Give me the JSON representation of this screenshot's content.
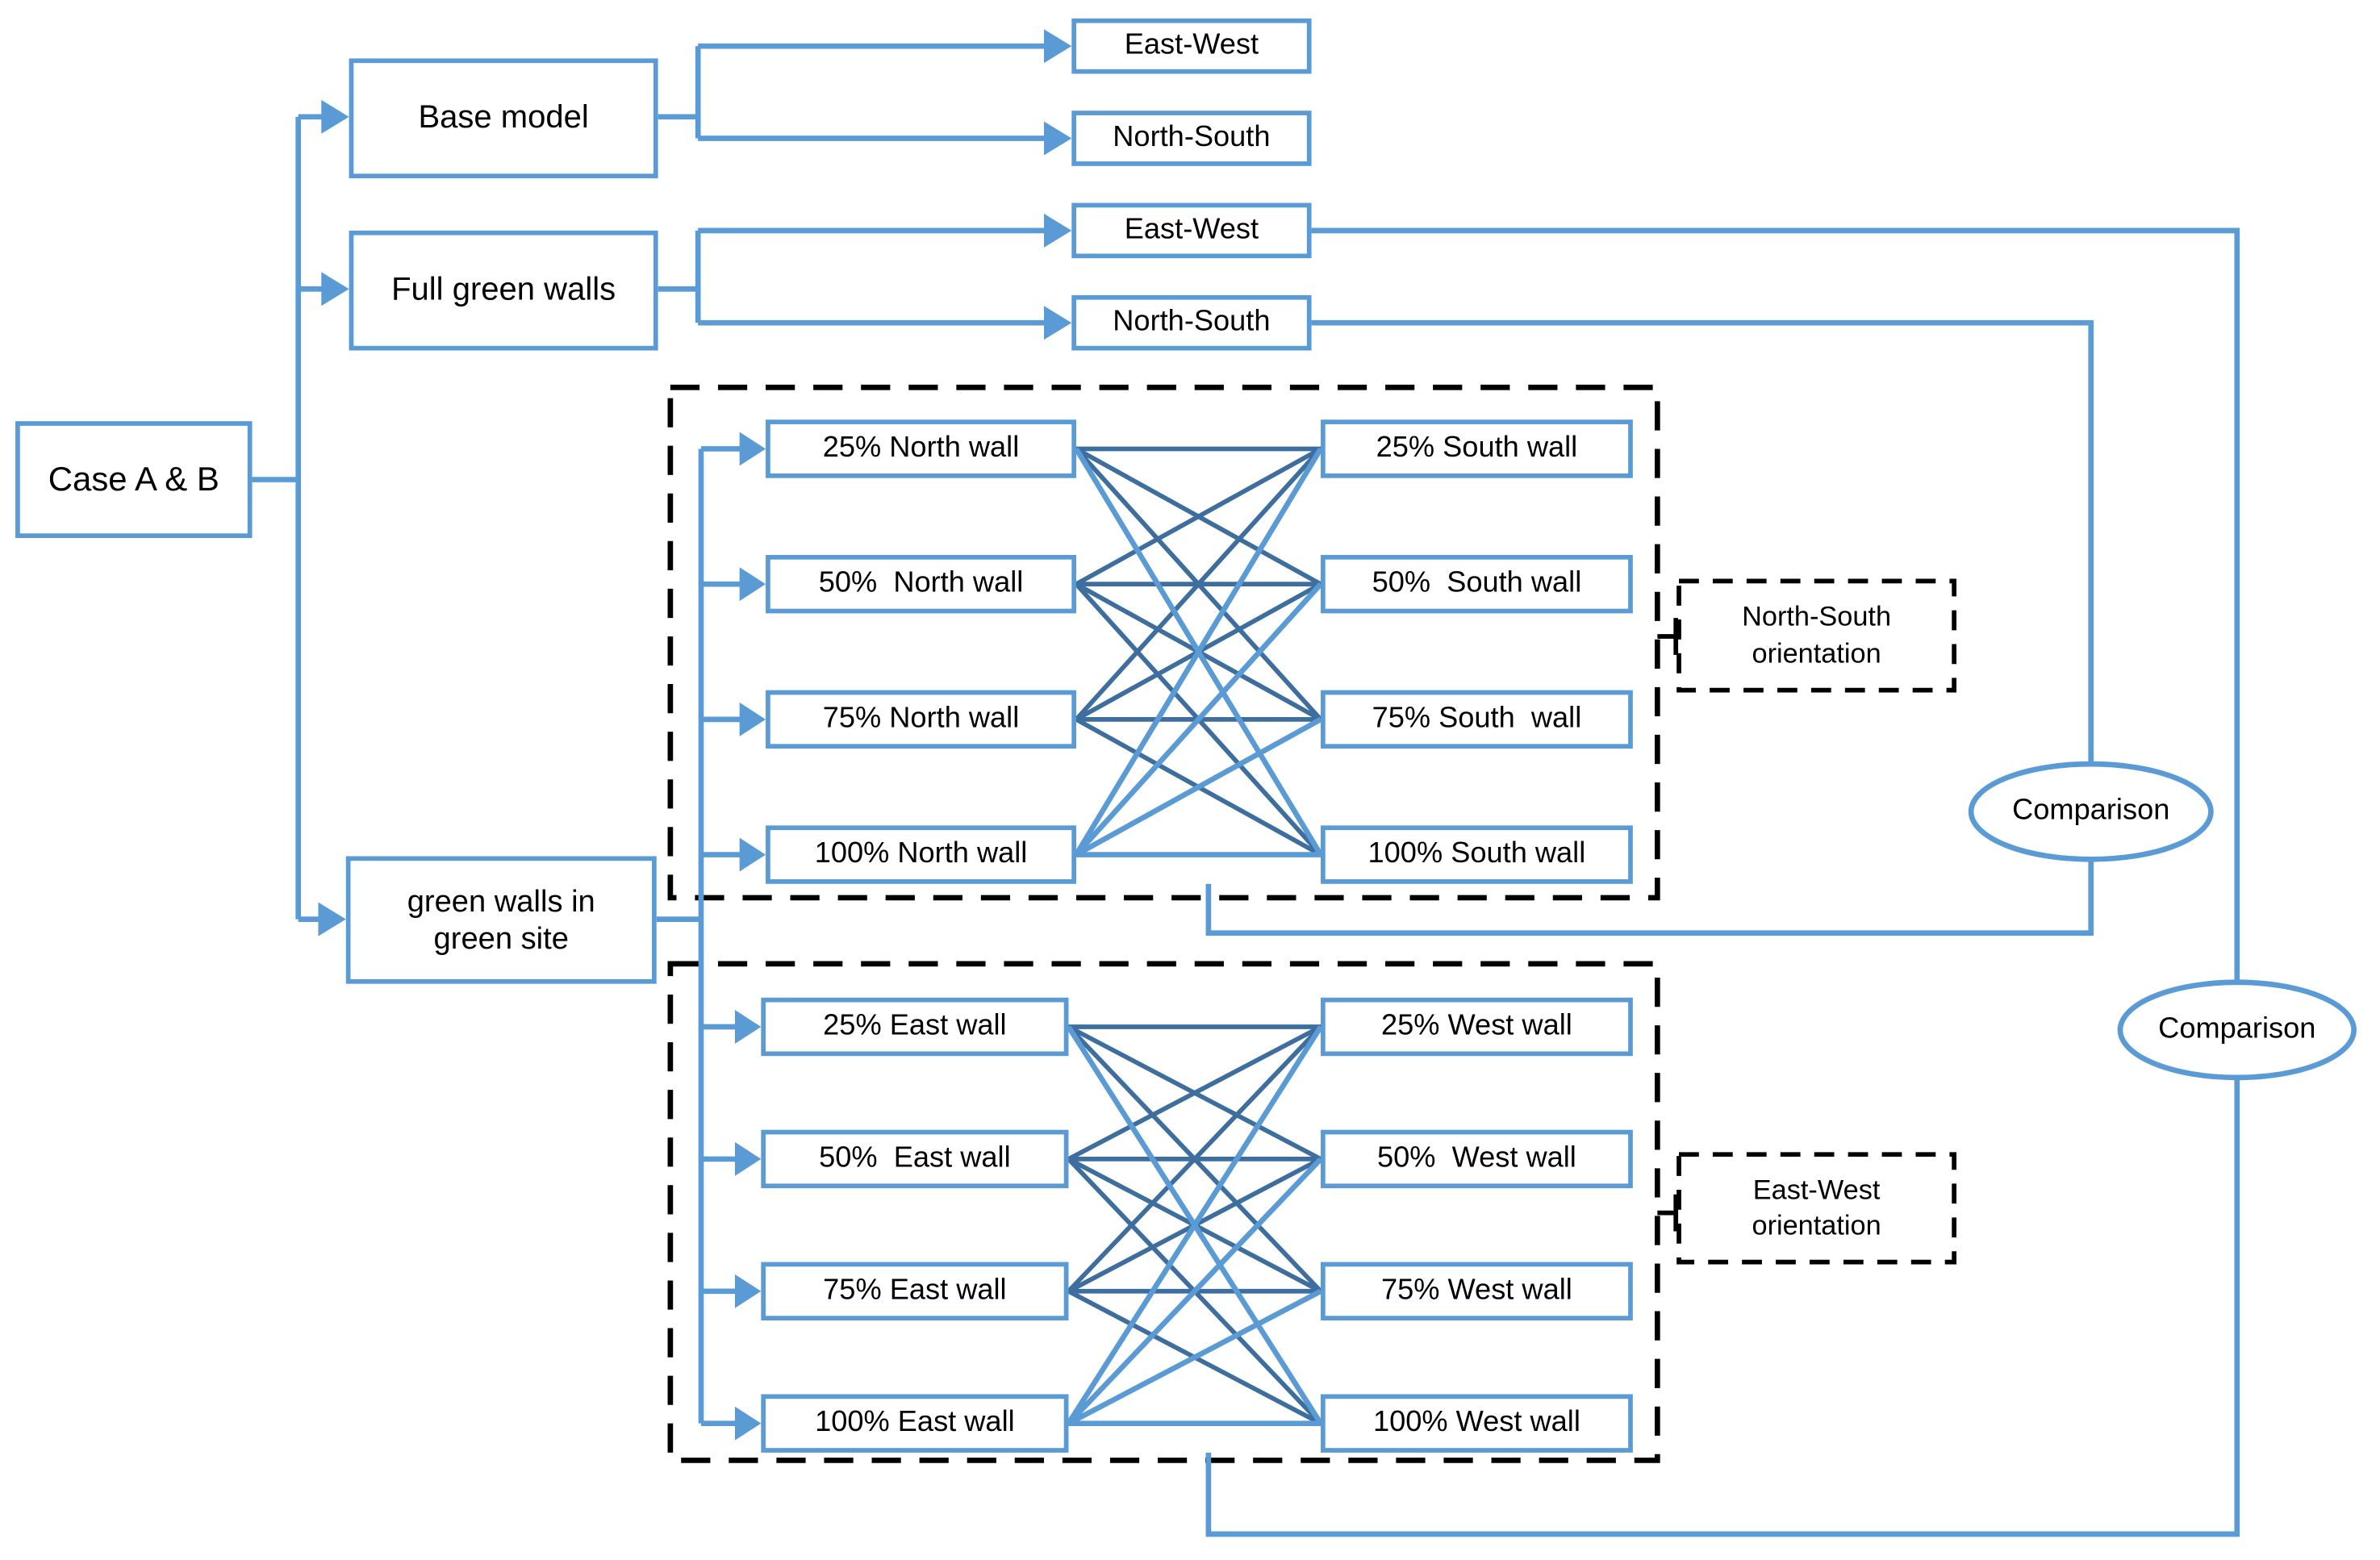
{
  "colors": {
    "accent_blue": "#5B9BD5",
    "dark_line_blue": "#3D6E9E",
    "dashed_black": "#000000",
    "text": "#000000",
    "background": "#ffffff"
  },
  "nodes": {
    "case": "Case A & B",
    "base_model": "Base model",
    "full_green_walls": "Full green walls",
    "green_site_line1": "green walls in",
    "green_site_line2": "green site",
    "base_orientations": [
      "East-West",
      "North-South"
    ],
    "full_orientations": [
      "East-West",
      "North-South"
    ],
    "north_walls": [
      "25% North wall",
      "50%  North wall",
      "75% North wall",
      "100% North wall"
    ],
    "south_walls": [
      "25% South wall",
      "50%  South wall",
      "75% South  wall",
      "100% South wall"
    ],
    "east_walls": [
      "25% East wall",
      "50%  East wall",
      "75% East wall",
      "100% East wall"
    ],
    "west_walls": [
      "25% West wall",
      "50%  West wall",
      "75% West wall",
      "100% West wall"
    ],
    "ns_orientation_line1": "North-South",
    "ns_orientation_line2": "orientation",
    "ew_orientation_line1": "East-West",
    "ew_orientation_line2": "orientation",
    "comparison_ns": "Comparison",
    "comparison_ew": "Comparison"
  }
}
